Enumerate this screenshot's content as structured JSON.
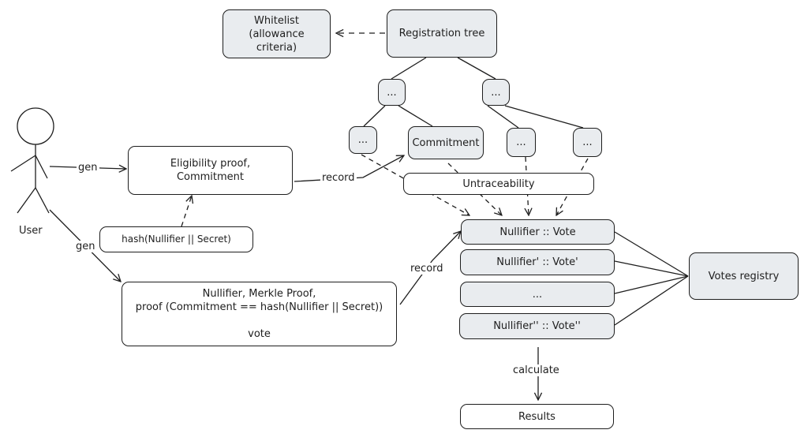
{
  "nodes": {
    "whitelist": "Whitelist\n(allowance\ncriteria)",
    "registration_tree": "Registration tree",
    "tree_dots_left": "...",
    "tree_dots_right": "...",
    "leaf_dots_1": "...",
    "commitment": "Commitment",
    "leaf_dots_3": "...",
    "leaf_dots_4": "...",
    "eligibility": "Eligibility proof,\nCommitment",
    "untraceability": "Untraceability",
    "hash": "hash(Nullifier || Secret)",
    "vote_proof": "Nullifier, Merkle Proof,\nproof (Commitment == hash(Nullifier || Secret))\n\nvote",
    "nullifier_1": "Nullifier :: Vote",
    "nullifier_2": "Nullifier' :: Vote'",
    "nullifier_dots": "...",
    "nullifier_3": "Nullifier'' :: Vote''",
    "votes_registry": "Votes registry",
    "results": "Results"
  },
  "actor": {
    "label": "User"
  },
  "edge_labels": {
    "gen_top": "gen",
    "gen_bottom": "gen",
    "record_top": "record",
    "record_bottom": "record",
    "calculate": "calculate"
  }
}
